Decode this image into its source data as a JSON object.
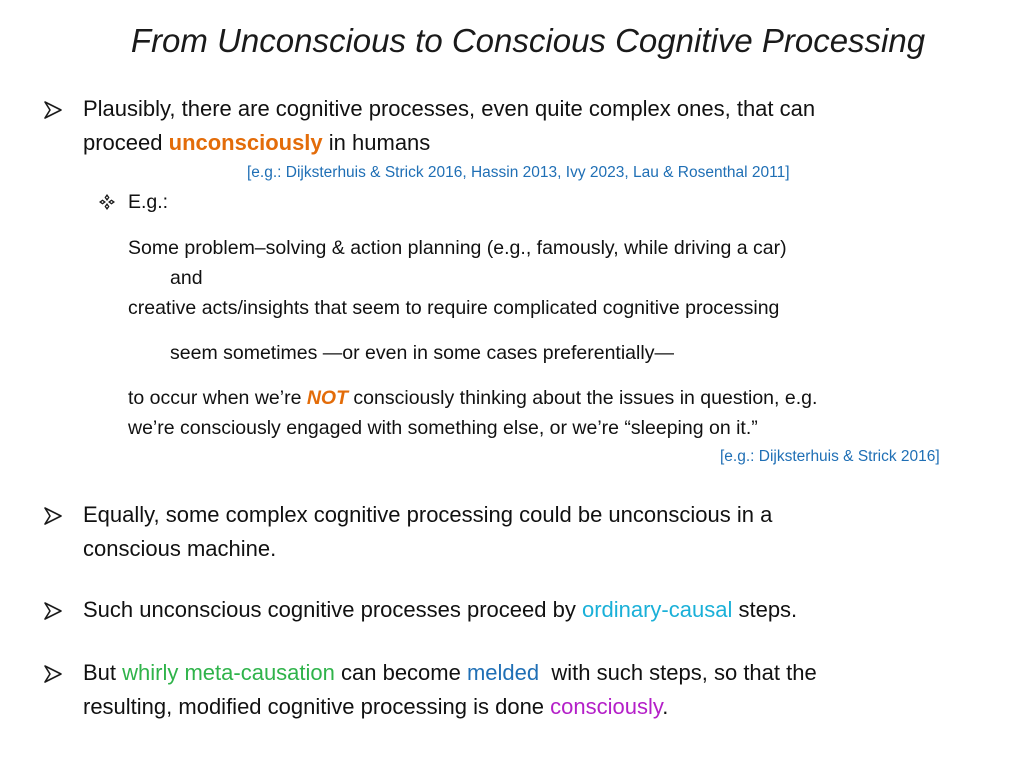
{
  "title": "From Unconscious to Conscious Cognitive Processing",
  "bullet1": {
    "line1": "Plausibly, there are cognitive processes, even quite complex ones, that can",
    "line2_pre": "proceed ",
    "line2_highlight": "unconsciously",
    "line2_post": " in humans",
    "citation": "[e.g.: Dijksterhuis & Strick 2016,  Hassin 2013,  Ivy 2023,  Lau & Rosenthal 2011]",
    "sub_label": "E.g.:",
    "para1": "Some problem–solving & action planning (e.g., famously, while driving a car)",
    "para2": "and",
    "para3": "creative acts/insights that seem to require complicated cognitive processing",
    "para4": "seem sometimes —or even in some cases preferentially—",
    "para5_pre": "to occur when we’re ",
    "para5_not": "NOT",
    "para5_post": " consciously thinking about the issues in question, e.g.",
    "para6": "we’re consciously engaged with something else, or we’re “sleeping on it.”",
    "citation2": "[e.g.: Dijksterhuis & Strick 2016]"
  },
  "bullet2": {
    "line1": "Equally, some complex cognitive processing could be unconscious in a",
    "line2": "conscious machine."
  },
  "bullet3": {
    "pre": "Such unconscious cognitive processes proceed by ",
    "highlight": "ordinary-causal",
    "post": " steps."
  },
  "bullet4": {
    "pre": "But ",
    "h1": "whirly meta-causation",
    "mid": " can become ",
    "h2": "melded",
    "post": "  with such steps, so that the",
    "line2_pre": "resulting, modified cognitive processing is done ",
    "line2_h": "consciously",
    "line2_post": "."
  },
  "colors": {
    "orange": "#e36c09",
    "cyan": "#1ab0d8",
    "green": "#2fb34a",
    "blue": "#1f6fb5",
    "purple": "#b41fc8"
  },
  "icons": {
    "bullet": "arrowhead-bullet-icon",
    "sub_bullet": "four-diamond-bullet-icon"
  }
}
